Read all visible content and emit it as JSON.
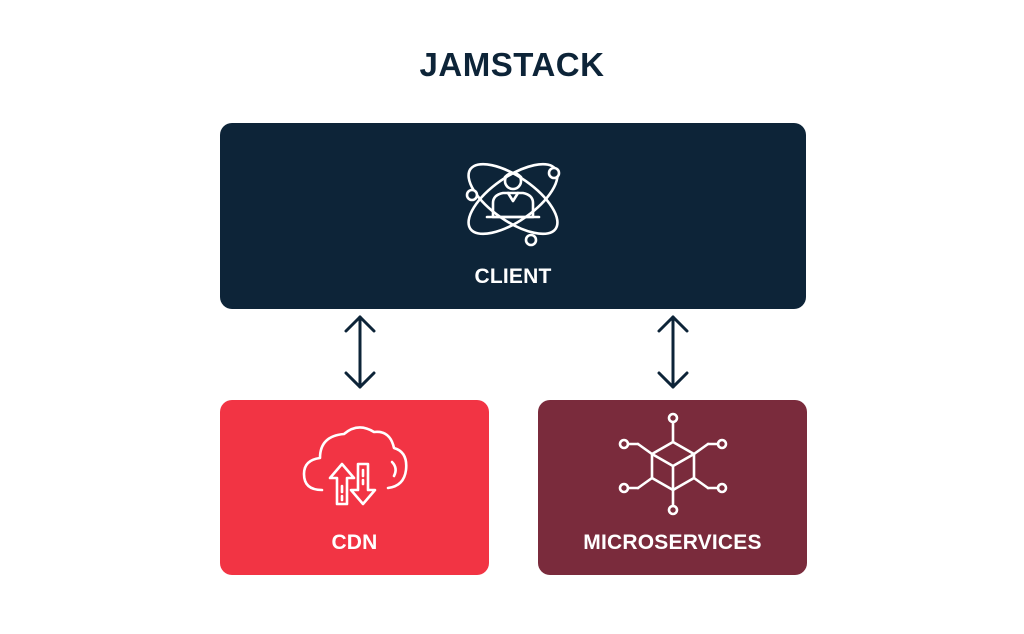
{
  "title": "JAMSTACK",
  "colors": {
    "title": "#0d2438",
    "client_bg": "#0d2438",
    "cdn_bg": "#f23444",
    "microservices_bg": "#7a2b3c",
    "arrow": "#0d2438",
    "icon_stroke": "#ffffff"
  },
  "nodes": {
    "client": {
      "label": "CLIENT",
      "icon": "user-atom-icon"
    },
    "cdn": {
      "label": "CDN",
      "icon": "cloud-transfer-icon"
    },
    "microservices": {
      "label": "MICROSERVICES",
      "icon": "network-cube-icon"
    }
  },
  "connections": [
    {
      "from": "client",
      "to": "cdn",
      "direction": "bidirectional"
    },
    {
      "from": "client",
      "to": "microservices",
      "direction": "bidirectional"
    }
  ]
}
